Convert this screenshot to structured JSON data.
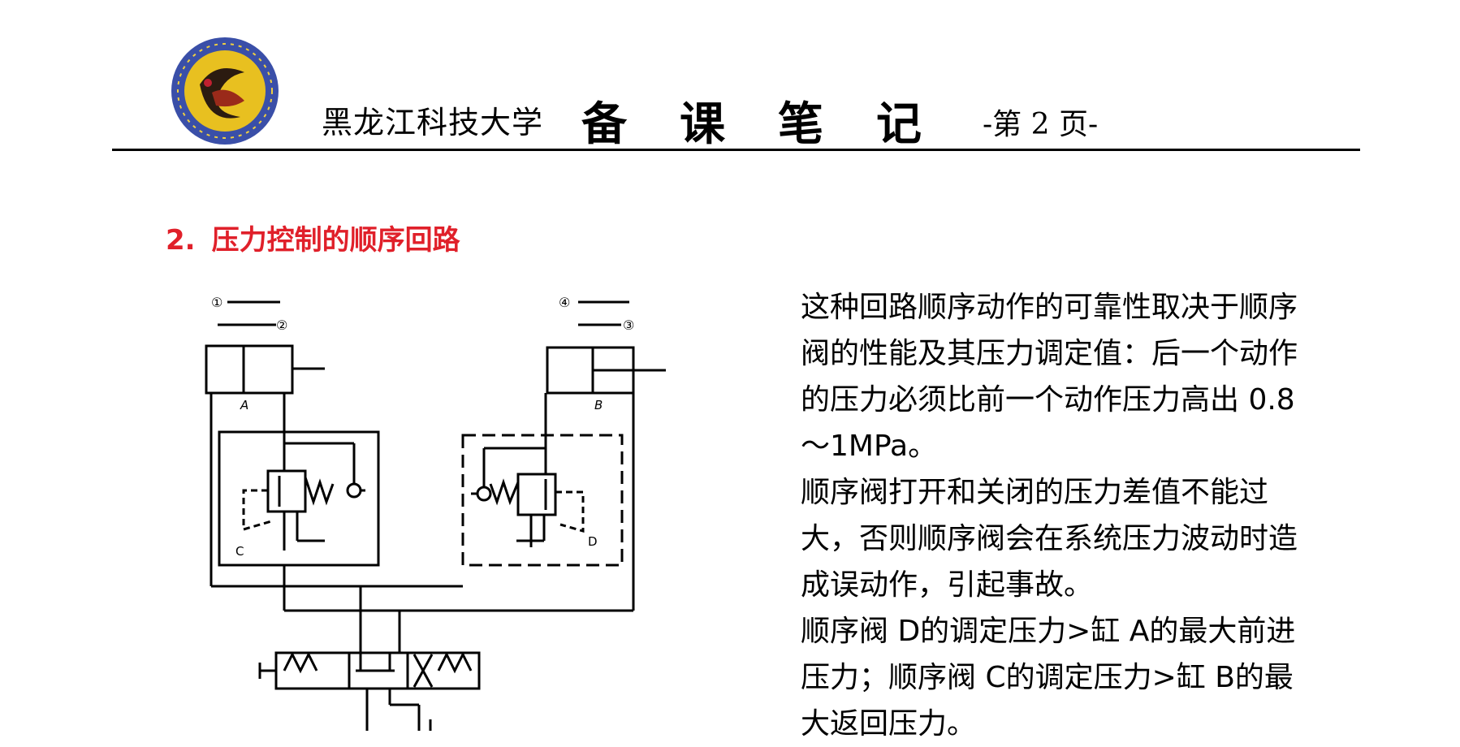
{
  "header": {
    "school": "黑龙江科技大学",
    "notebook_chars": [
      "备",
      "课",
      "笔",
      "记"
    ],
    "page_label": "-第 2 页-"
  },
  "section": {
    "number": "2.",
    "title": "压力控制的顺序回路"
  },
  "diagram": {
    "labels": {
      "cyl_a": "A",
      "cyl_b": "B",
      "valve_c": "C",
      "valve_d": "D"
    },
    "markers": {
      "m1": "①",
      "m2": "②",
      "m3": "③",
      "m4": "④"
    }
  },
  "body": {
    "paragraphs": [
      "这种回路顺序动作的可靠性取决于顺序阀的性能及其压力调定值：后一个动作的压力必须比前一个动作压力高出 0.8～1MPa。",
      "顺序阀打开和关闭的压力差值不能过大，否则顺序阀会在系统压力波动时造成误动作，引起事故。",
      "顺序阀 D的调定压力>缸 A的最大前进压力；顺序阀 C的调定压力>缸 B的最大返回压力。"
    ]
  },
  "colors": {
    "section_title": "#e0202a",
    "logo_ring": "#3a4fa8",
    "logo_inner": "#e8c020"
  }
}
